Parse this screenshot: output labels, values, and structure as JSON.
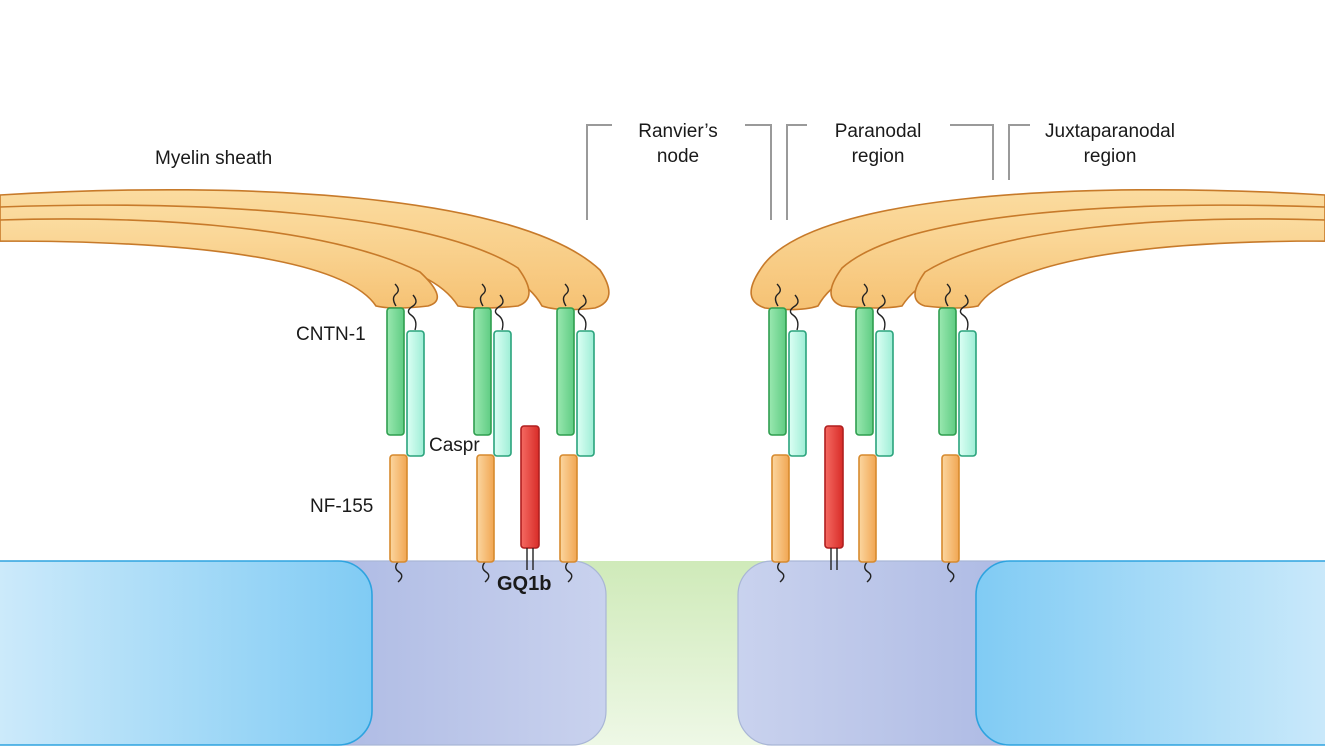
{
  "labels": {
    "myelin_sheath": "Myelin sheath",
    "ranvier_line1": "Ranvier’s",
    "ranvier_line2": "node",
    "paranodal_line1": "Paranodal",
    "paranodal_line2": "region",
    "juxta_line1": "Juxtaparanodal",
    "juxta_line2": "region",
    "cntn1": "CNTN-1",
    "caspr": "Caspr",
    "nf155": "NF-155",
    "gq1b": "GQ1b"
  },
  "colors": {
    "myelin": "#f9d08a",
    "myelin_outline": "#c77a2a",
    "cntn1": "#7fdc9a",
    "caspr": "#b9f7e6",
    "nf155": "#f7c07a",
    "gq1b": "#e8423c",
    "axon_blue": "#8fd0f5",
    "paranode_lavender": "#b4c0e6",
    "node_green": "#ddf1cf"
  }
}
